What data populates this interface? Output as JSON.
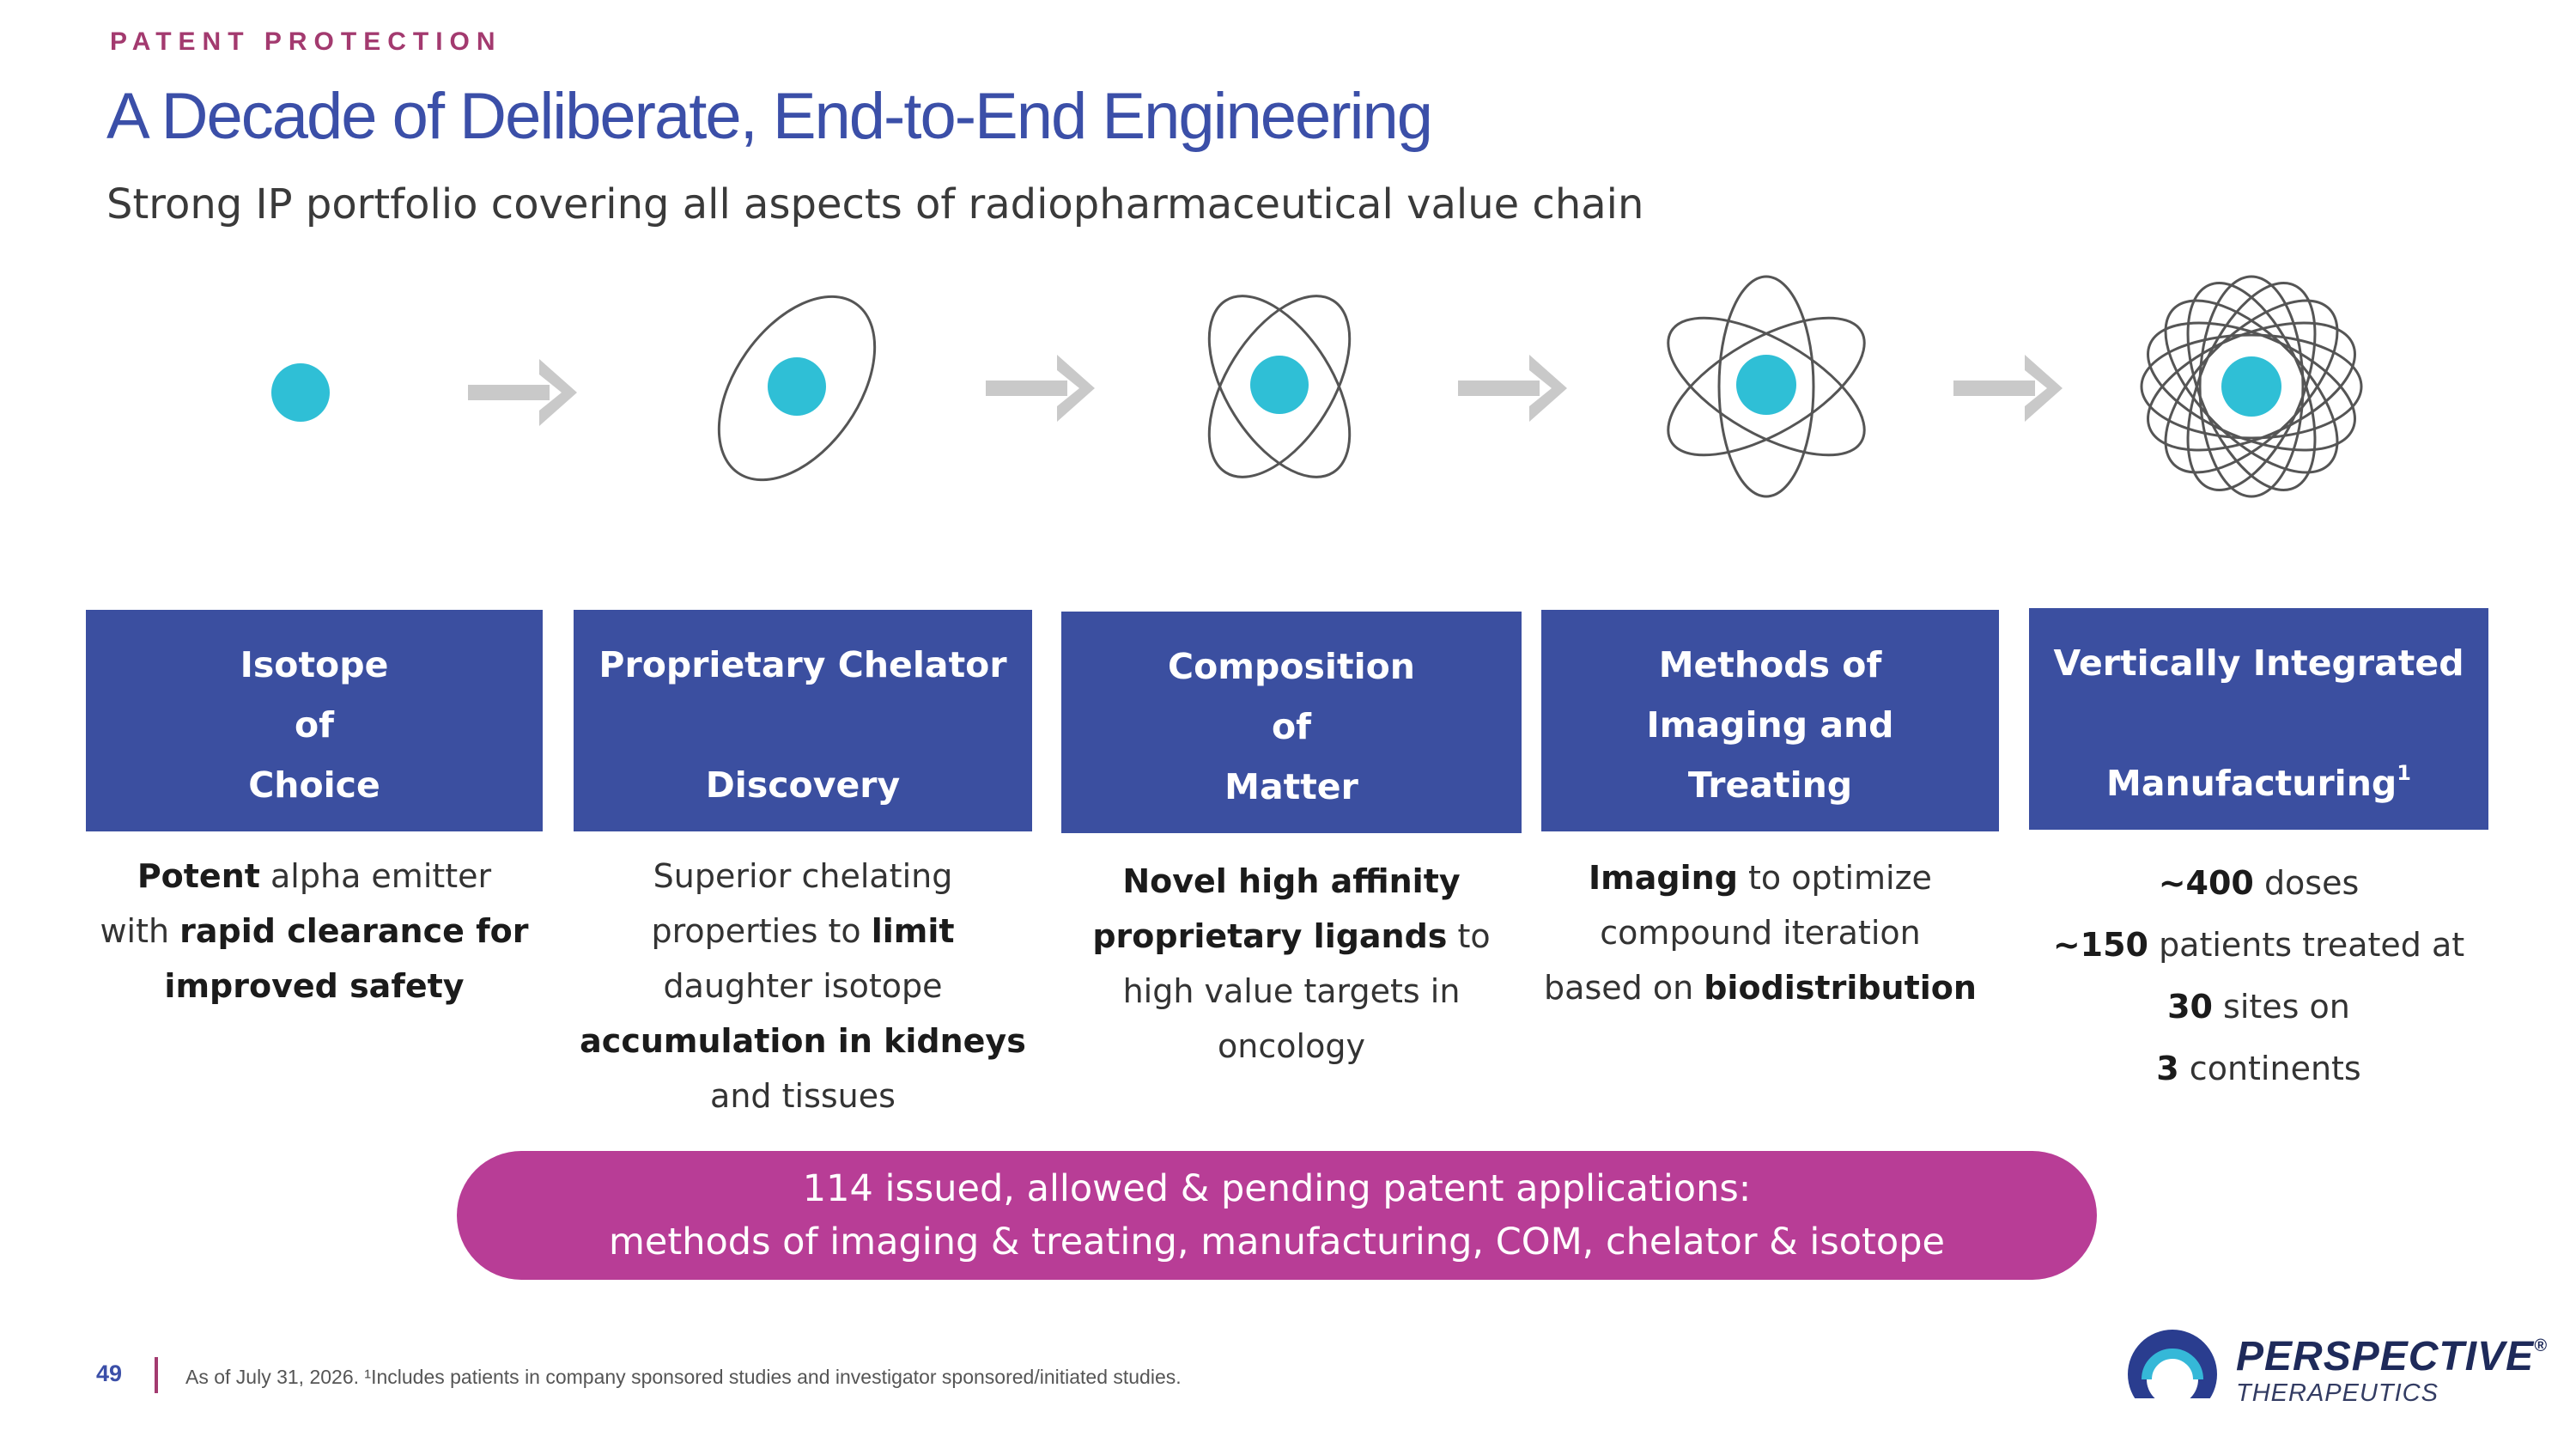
{
  "header": {
    "eyebrow": "PATENT PROTECTION",
    "title": "A Decade of Deliberate, End-to-End Engineering",
    "subtitle": "Strong IP portfolio covering all aspects of radiopharmaceutical value chain"
  },
  "colors": {
    "box_blue": "#3b4fa0",
    "nucleus_cyan": "#2fbfd6",
    "arrow_gray": "#c9c9c9",
    "pill_magenta": "#b83d96",
    "eyebrow_magenta": "#a33a6f",
    "title_blue": "#3b4fa8"
  },
  "stages": [
    {
      "icon": "atom-nucleus-icon",
      "title_lines": [
        "Isotope",
        "of",
        "Choice"
      ],
      "desc_lines": [
        [
          {
            "t": "Potent",
            "b": true
          },
          {
            "t": " alpha emitter",
            "b": false
          }
        ],
        [
          {
            "t": "with ",
            "b": false
          },
          {
            "t": "rapid clearance for",
            "b": true
          }
        ],
        [
          {
            "t": "improved safety",
            "b": true
          }
        ]
      ]
    },
    {
      "icon": "atom-one-orbit-icon",
      "title_lines": [
        "Proprietary Chelator",
        "Discovery"
      ],
      "desc_lines": [
        [
          {
            "t": "Superior chelating",
            "b": false
          }
        ],
        [
          {
            "t": "properties to ",
            "b": false
          },
          {
            "t": "limit",
            "b": true
          }
        ],
        [
          {
            "t": "daughter isotope",
            "b": false
          }
        ],
        [
          {
            "t": "accumulation in kidneys",
            "b": true
          }
        ],
        [
          {
            "t": "and tissues",
            "b": false
          }
        ]
      ]
    },
    {
      "icon": "atom-two-orbits-icon",
      "title_lines": [
        "Composition",
        "of",
        "Matter"
      ],
      "desc_lines": [
        [
          {
            "t": "Novel high affinity",
            "b": true
          }
        ],
        [
          {
            "t": "proprietary ligands",
            "b": true
          },
          {
            "t": " to",
            "b": false
          }
        ],
        [
          {
            "t": "high value targets in",
            "b": false
          }
        ],
        [
          {
            "t": "oncology",
            "b": false
          }
        ]
      ]
    },
    {
      "icon": "atom-three-orbits-icon",
      "title_lines": [
        "Methods of",
        "Imaging and",
        "Treating"
      ],
      "desc_lines": [
        [
          {
            "t": "Imaging",
            "b": true
          },
          {
            "t": " to optimize",
            "b": false
          }
        ],
        [
          {
            "t": "compound iteration",
            "b": false
          }
        ],
        [
          {
            "t": "based on ",
            "b": false
          },
          {
            "t": "biodistribution",
            "b": true
          }
        ]
      ]
    },
    {
      "icon": "atom-many-orbits-icon",
      "title_lines": [
        "Vertically Integrated",
        "Manufacturing"
      ],
      "title_sup": "1",
      "desc_lines": [
        [
          {
            "t": "~400",
            "b": true
          },
          {
            "t": " doses",
            "b": false
          }
        ],
        [
          {
            "t": "~150",
            "b": true
          },
          {
            "t": " patients treated at",
            "b": false
          }
        ],
        [
          {
            "t": "30",
            "b": true
          },
          {
            "t": " sites on",
            "b": false
          }
        ],
        [
          {
            "t": "3",
            "b": true
          },
          {
            "t": " continents",
            "b": false
          }
        ]
      ]
    }
  ],
  "banner": {
    "line1": "114 issued, allowed & pending patent applications:",
    "line2": "methods of imaging & treating, manufacturing, COM, chelator & isotope"
  },
  "footer": {
    "page_number": "49",
    "note": "As of July 31, 2026. ¹Includes patients in company sponsored studies and investigator sponsored/initiated studies."
  },
  "logo": {
    "name": "PERSPECTIVE",
    "trademark": "®",
    "tagline": "THERAPEUTICS"
  }
}
